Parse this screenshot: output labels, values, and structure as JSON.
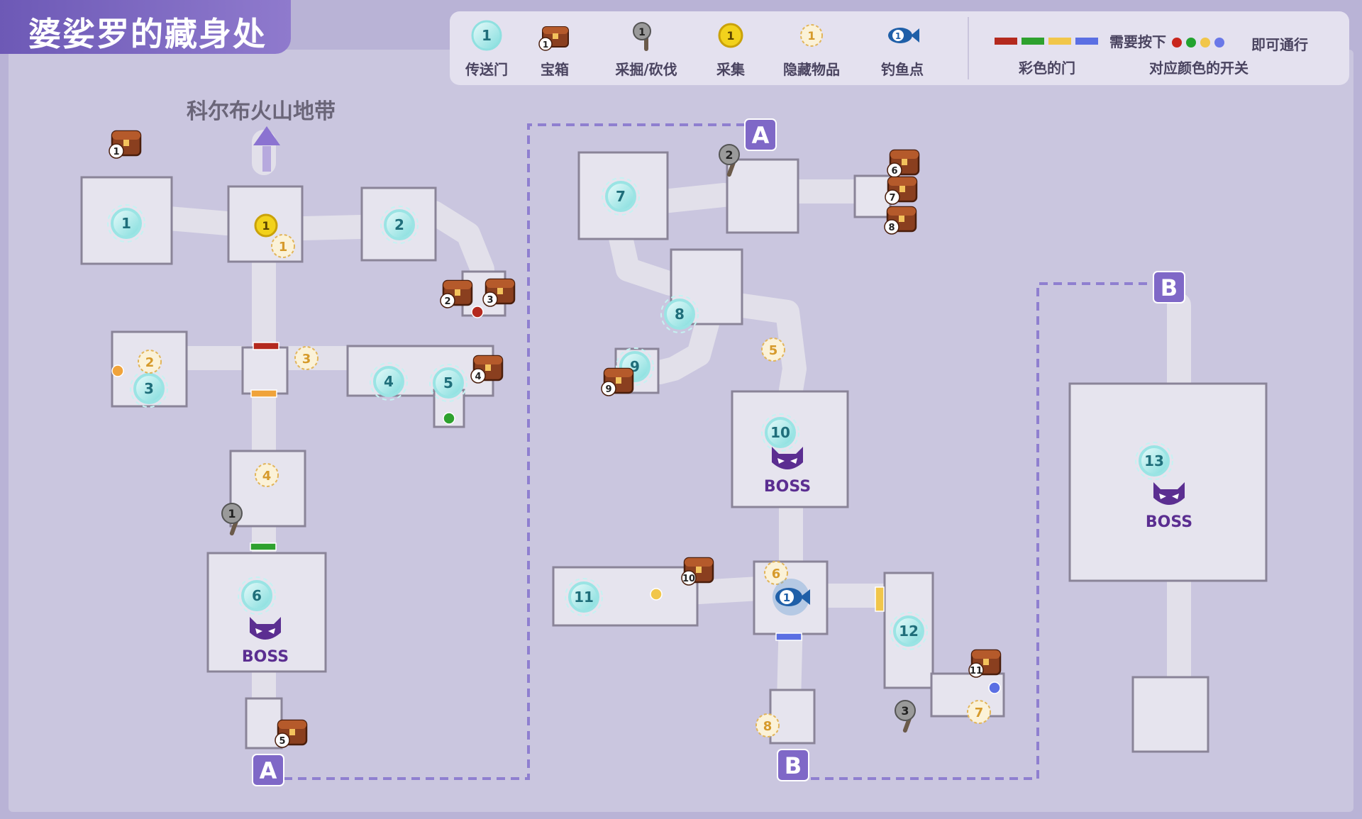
{
  "header": {
    "title": "婆娑罗的藏身处"
  },
  "legend": {
    "items": [
      {
        "key": "teleport",
        "label": "传送门",
        "badge": "1"
      },
      {
        "key": "chest",
        "label": "宝箱",
        "badge": "1"
      },
      {
        "key": "mining",
        "label": "采掘/砍伐",
        "badge": "1"
      },
      {
        "key": "gather",
        "label": "采集",
        "badge": "1"
      },
      {
        "key": "hidden",
        "label": "隐藏物品",
        "badge": "1"
      },
      {
        "key": "fishing",
        "label": "钓鱼点",
        "badge": "1"
      }
    ],
    "doors_label": "彩色的门",
    "need_press_label": "需要按下",
    "pass_label": "即可通行",
    "switch_label": "对应颜色的开关",
    "colors": {
      "red": "#b4291e",
      "green": "#2ea12e",
      "yellow": "#f1c64a",
      "blue": "#5b6fe3",
      "orange": "#f0a33a"
    }
  },
  "map": {
    "destination_label": "科尔布火山地带",
    "boss_label": "BOSS",
    "links": [
      "A",
      "B"
    ],
    "teleports": [
      "1",
      "2",
      "3",
      "4",
      "5",
      "6",
      "7",
      "8",
      "9",
      "10",
      "11",
      "12",
      "13"
    ],
    "chests": [
      "1",
      "2",
      "3",
      "4",
      "5",
      "6",
      "7",
      "8",
      "9",
      "10",
      "11"
    ],
    "mining": [
      "1",
      "2",
      "3"
    ],
    "gather": [
      "1"
    ],
    "hidden": [
      "1",
      "2",
      "3",
      "4",
      "5",
      "6",
      "7",
      "8"
    ],
    "fishing": [
      "1"
    ]
  }
}
